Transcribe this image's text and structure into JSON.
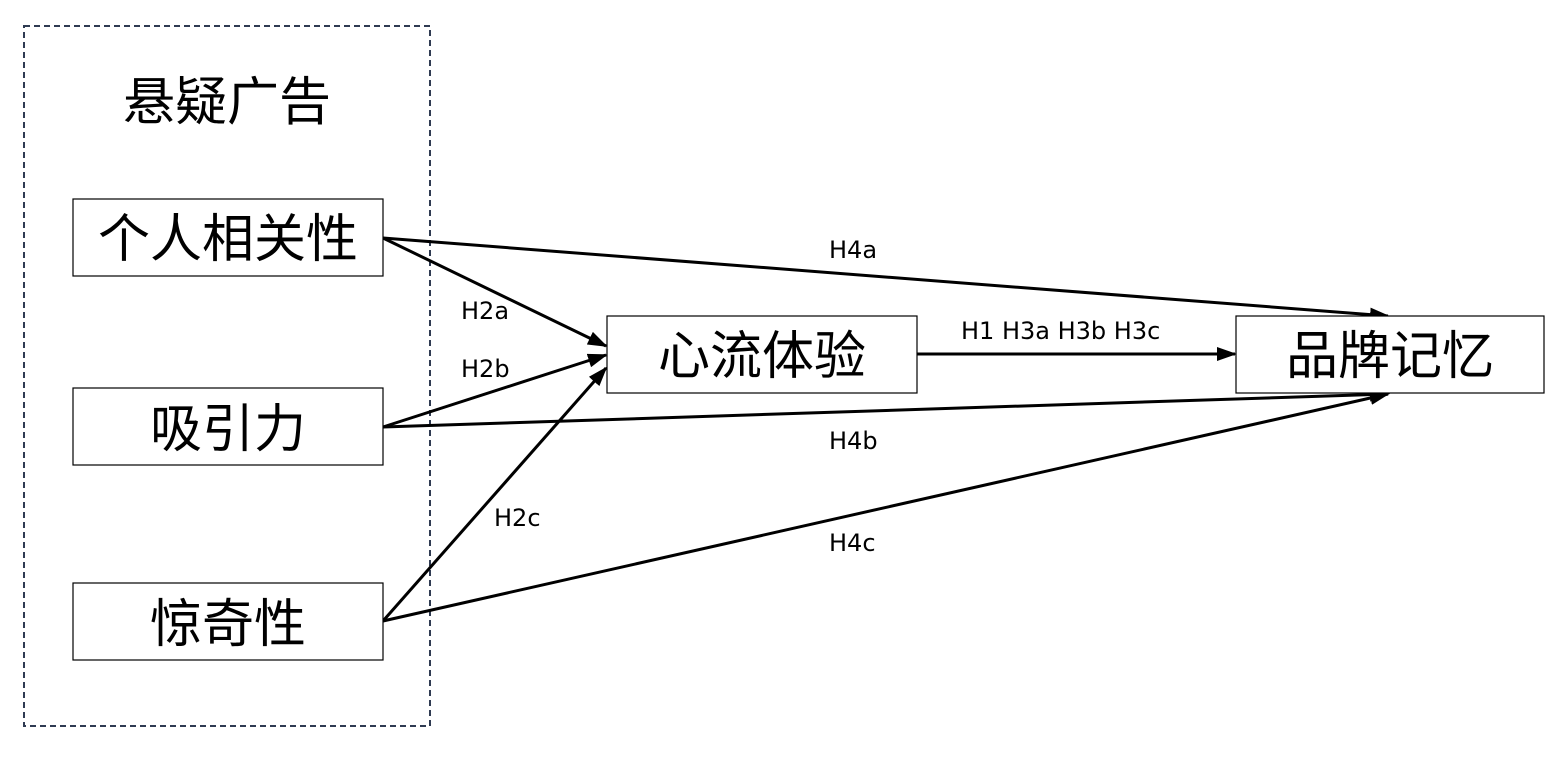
{
  "group": {
    "label": "悬疑广告"
  },
  "nodes": {
    "relevance": "个人相关性",
    "attraction": "吸引力",
    "surprise": "惊奇性",
    "flow": "心流体验",
    "brand_memory": "品牌记忆"
  },
  "edges": {
    "h2a": "H2a",
    "h2b": "H2b",
    "h2c": "H2c",
    "h1": "H1 H3a H3b H3c",
    "h4a": "H4a",
    "h4b": "H4b",
    "h4c": "H4c"
  },
  "colors": {
    "group_border": "#2f3b52",
    "line": "#000000",
    "box_border": "#000000"
  }
}
